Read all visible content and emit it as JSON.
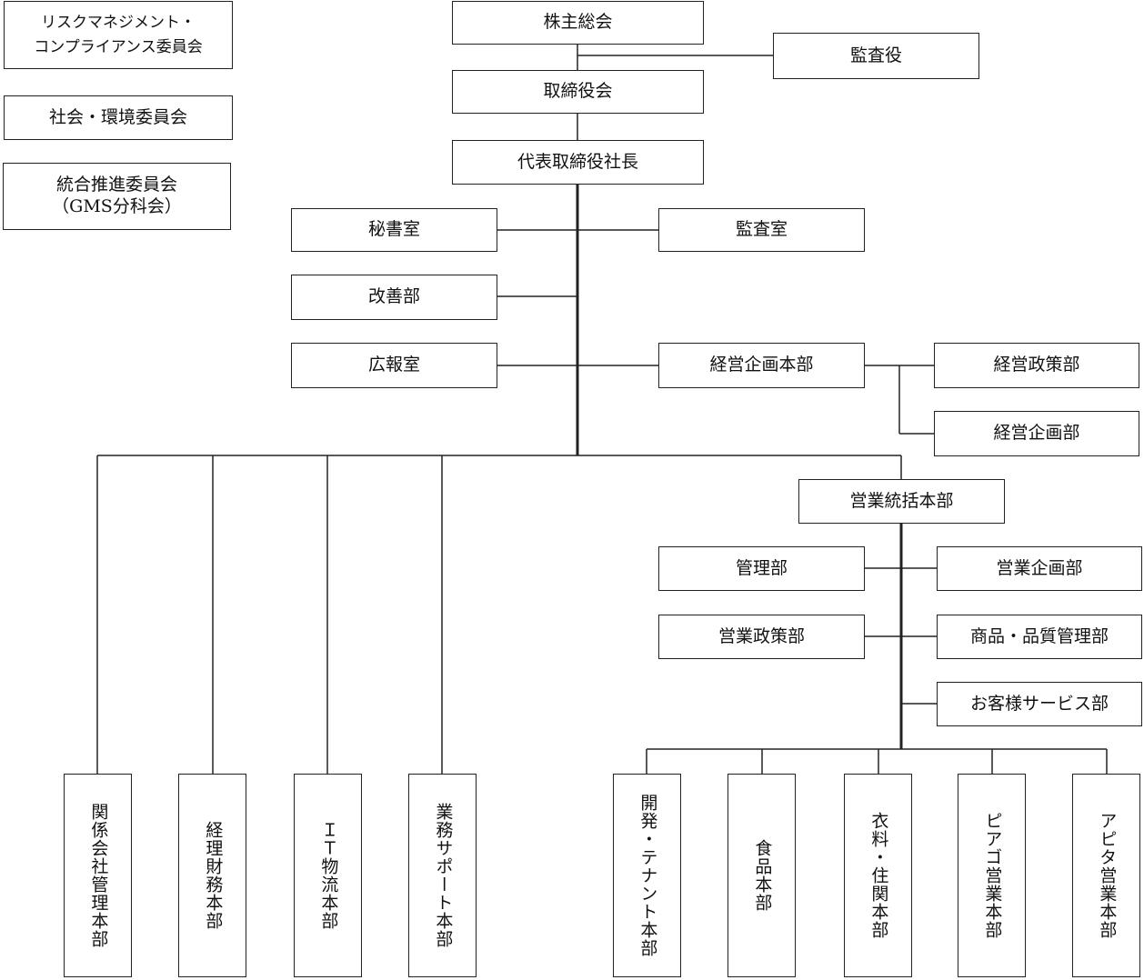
{
  "committees": {
    "risk_line1": "リスクマネジメント・",
    "risk_line2": "コンプライアンス委員会",
    "social": "社会・環境委員会",
    "integration_line1": "統合推進委員会",
    "integration_line2": "（GMS分科会）"
  },
  "top": {
    "shareholders": "株主総会",
    "auditor": "監査役",
    "board": "取締役会",
    "president": "代表取締役社長"
  },
  "staff": {
    "secretary": "秘書室",
    "audit_office": "監査室",
    "improvement": "改善部",
    "pr": "広報室",
    "planning_hq": "経営企画本部",
    "policy": "経営政策部",
    "planning": "経営企画部"
  },
  "sales": {
    "hq": "営業統括本部",
    "management": "管理部",
    "sales_planning": "営業企画部",
    "sales_policy": "営業政策部",
    "merchandise_quality": "商品・品質管理部",
    "customer_service": "お客様サービス部"
  },
  "divisions_left": [
    "関係会社管理本部",
    "経理財務本部",
    "ＩＴ物流本部",
    "業務サポート本部"
  ],
  "divisions_right": [
    "開発・テナント本部",
    "食品本部",
    "衣料・住関本部",
    "ピアゴ営業本部",
    "アピタ営業本部"
  ]
}
